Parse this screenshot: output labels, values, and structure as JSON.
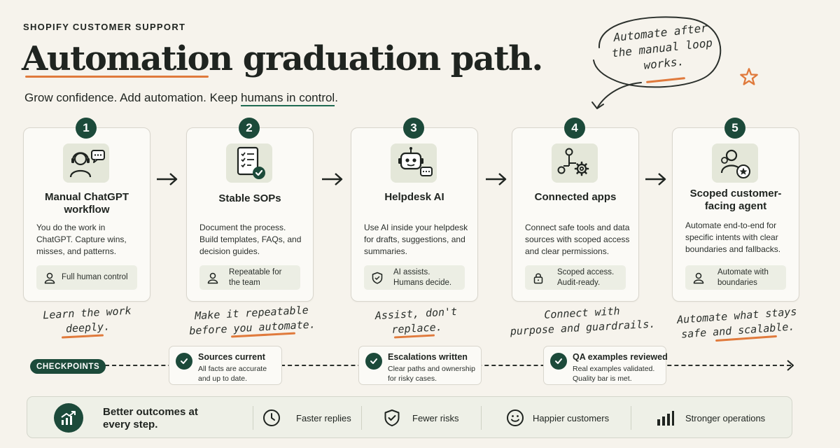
{
  "header": {
    "eyebrow": "SHOPIFY CUSTOMER SUPPORT",
    "title": "Automation graduation path.",
    "subtitle_pre": "Grow confidence. Add automation. Keep ",
    "subtitle_highlight": "humans in control",
    "subtitle_post": "."
  },
  "callout": {
    "line1": "Automate after",
    "line2": "the manual loop",
    "line3": "works."
  },
  "steps": [
    {
      "number": "1",
      "icon": "headset-chat-icon",
      "title": "Manual ChatGPT workflow",
      "description": "You do the work in ChatGPT. Capture wins, misses, and patterns.",
      "pill": "Full human control",
      "pill_icon": "person-icon",
      "note_line1": "Learn the work",
      "note_line2": "deeply."
    },
    {
      "number": "2",
      "icon": "checklist-doc-icon",
      "title": "Stable SOPs",
      "description": "Document the process. Build templates, FAQs, and decision guides.",
      "pill": "Repeatable for the team",
      "pill_icon": "person-icon",
      "note_line1": "Make it repeatable",
      "note_line2": "before you automate."
    },
    {
      "number": "3",
      "icon": "robot-icon",
      "title": "Helpdesk AI",
      "description": "Use AI inside your helpdesk for drafts, suggestions, and summaries.",
      "pill": "AI assists. Humans decide.",
      "pill_icon": "shield-check-icon",
      "note_line1": "Assist, don't",
      "note_line2": "replace."
    },
    {
      "number": "4",
      "icon": "connected-apps-icon",
      "title": "Connected apps",
      "description": "Connect safe tools and data sources with scoped access and clear permissions.",
      "pill": "Scoped access. Audit-ready.",
      "pill_icon": "lock-icon",
      "note_line1": "Connect with",
      "note_line2": "purpose and guardrails."
    },
    {
      "number": "5",
      "icon": "agent-star-icon",
      "title": "Scoped customer-facing agent",
      "description": "Automate end-to-end for specific intents with clear boundaries and fallbacks.",
      "pill": "Automate with boundaries",
      "pill_icon": "person-icon",
      "note_line1": "Automate what stays",
      "note_line2": "safe and scalable."
    }
  ],
  "checkpoints": {
    "label": "CHECKPOINTS",
    "items": [
      {
        "title": "Sources current",
        "description": "All facts are accurate and up to date."
      },
      {
        "title": "Escalations written",
        "description": "Clear paths and ownership for risky cases."
      },
      {
        "title": "QA examples reviewed",
        "description": "Real examples validated. Quality bar is met."
      }
    ]
  },
  "outcomes": {
    "headline": "Better outcomes at every step.",
    "items": [
      {
        "label": "Faster replies",
        "icon": "clock-icon"
      },
      {
        "label": "Fewer risks",
        "icon": "shield-check-icon"
      },
      {
        "label": "Happier customers",
        "icon": "smiley-icon"
      },
      {
        "label": "Stronger operations",
        "icon": "bar-chart-icon"
      }
    ]
  },
  "colors": {
    "background": "#f6f3ec",
    "primary_green": "#1c4a3a",
    "accent_orange": "#e07a3c",
    "tile": "#e4e7d9"
  }
}
